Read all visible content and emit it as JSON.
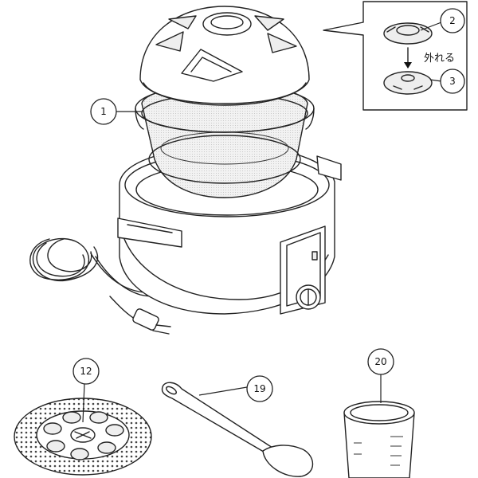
{
  "callouts": {
    "lid_ring": "1",
    "steam_cap": "2",
    "steam_cap_base": "3",
    "egg_tray": "12",
    "ladle": "19",
    "measuring_cup": "20"
  },
  "inset": {
    "note": "外れる"
  }
}
